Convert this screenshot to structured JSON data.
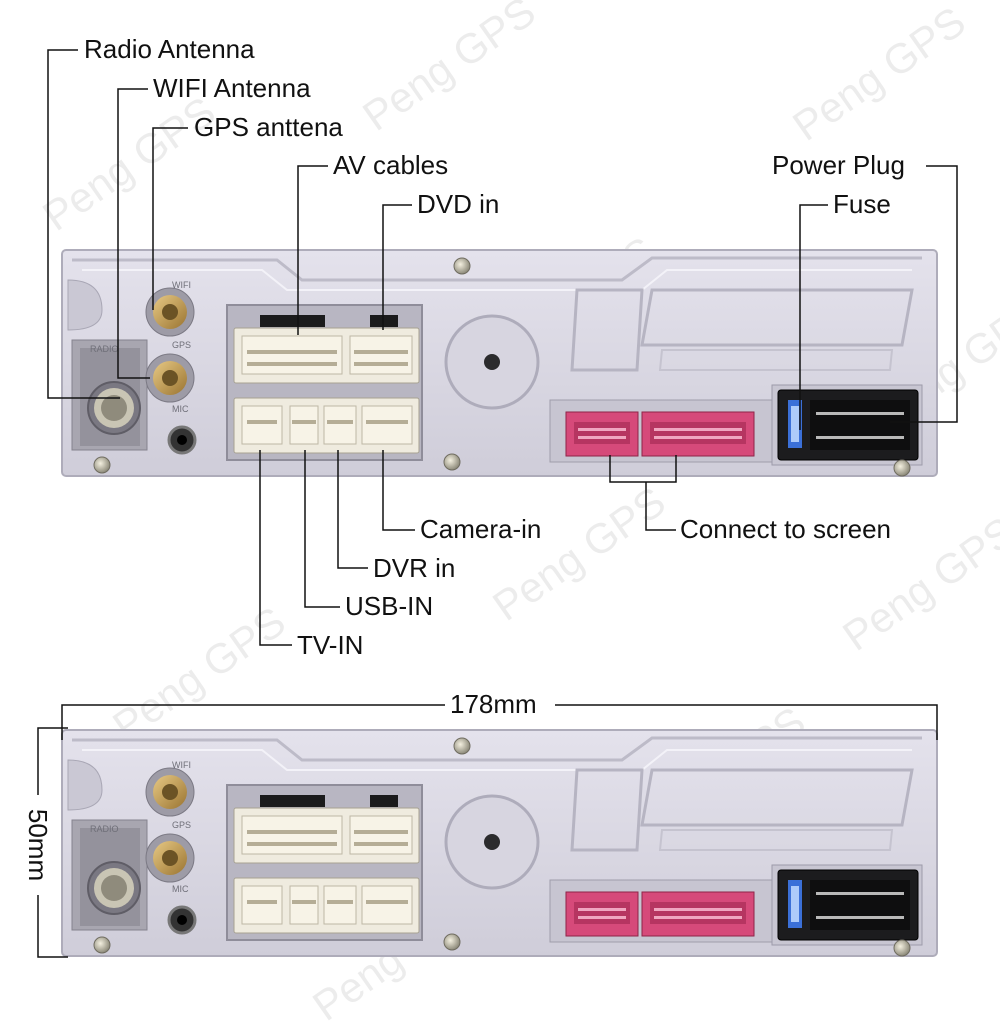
{
  "watermark": "Peng GPS",
  "colors": {
    "panel": "#d9d7e2",
    "panel_edge": "#b5b3c0",
    "connector_white": "#f1ede2",
    "connector_pink": "#d94c7c",
    "connector_black": "#1c1c1e",
    "fuse_blue": "#3a6fd8",
    "antenna_gold": "#b89048"
  },
  "panel_markings": {
    "wifi": "WIFI",
    "gps": "GPS",
    "radio": "RADIO",
    "mic": "MIC"
  },
  "labels": {
    "radio_antenna": "Radio Antenna",
    "wifi_antenna": "WIFI Antenna",
    "gps_antenna": "GPS anttena",
    "av_cables": "AV cables",
    "dvd_in": "DVD in",
    "power_plug": "Power Plug",
    "fuse": "Fuse",
    "camera_in": "Camera-in",
    "connect_to_screen": "Connect to screen",
    "dvr_in": "DVR in",
    "usb_in": "USB-IN",
    "tv_in": "TV-IN"
  },
  "dimensions": {
    "width": "178mm",
    "height": "50mm"
  }
}
